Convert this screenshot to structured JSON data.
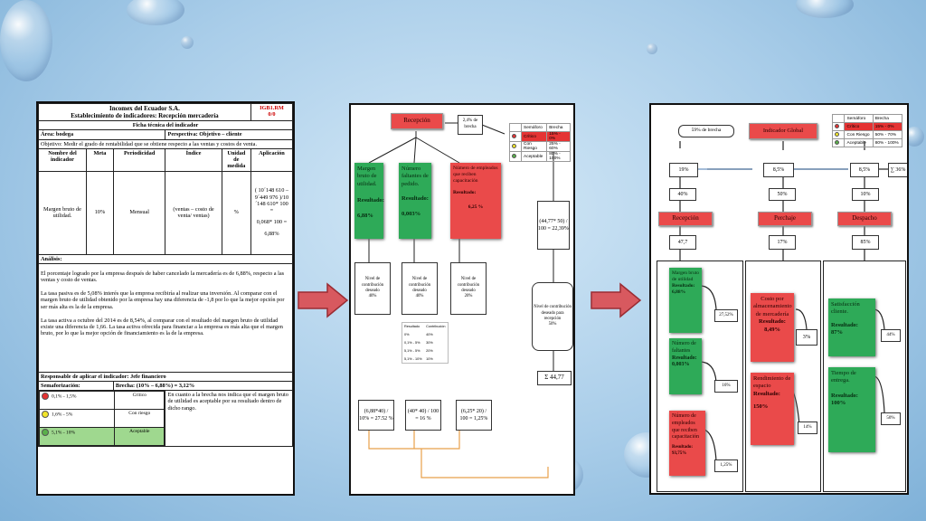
{
  "doc1": {
    "company": "Incomex del Ecuador S.A.",
    "title": "Establecimiento de indicadores: Recepción mercadería",
    "code": "IGB1.RM",
    "code_version": "0/0",
    "sheet_title": "Ficha técnica del indicador",
    "area": "Área: bodega",
    "perspective": "Perspectiva: Objetivo – cliente",
    "objective": "Objetivo: Medir el grado de rentabilidad que se obtiene respecto a las ventas y costos de venta.",
    "headers": [
      "Nombre del indicador",
      "Meta",
      "Periodicidad",
      "Índice",
      "Unidad de medida",
      "Aplicación"
    ],
    "row": {
      "name": "Margen bruto de utilidad.",
      "meta": "10%",
      "periodicity": "Mensual",
      "index": "(ventas – costo de venta/ ventas)",
      "unit": "%",
      "application": "( 10´148 610 – 9´449 976 )/10´148 610* 100 =",
      "application2": "0,068* 100 =",
      "application3": "6,88%"
    },
    "analysis_label": "Análisis:",
    "analysis_p1": "El porcentaje logrado por la empresa después de haber cancelado la mercadería es de 6,88%, respecto a las ventas y costo de ventas.",
    "analysis_p2": "La tasa pasiva es de 5,08% interés que la empresa recibiría al realizar una inversión. Al comparar con el margen bruto de utilidad obtenido por la empresa hay una diferencia de -1,8 por lo que la mejor opción por ser más alta es la de la empresa.",
    "analysis_p3": "La tasa activa a octubre del 2014 es de 8,54%, al comparar con el resultado del margen bruto de utilidad existe una diferencia de 1,66. La tasa activa ofrecida para financiar a la empresa es más alta que el margen bruto, por lo que la mejor opción de financiamiento es la de la empresa.",
    "responsible": "Responsable de aplicar el indicador: Jefe financiero",
    "semaforo_label": "Semaforización:",
    "brecha": "Brecha: (10% – 6,88%) = 3,12%",
    "sem": [
      {
        "range": "0,1% - 1,5%",
        "label": "Crítico",
        "color": "#e53333"
      },
      {
        "range": "1,6% - 5%",
        "label": "Con riesgo",
        "color": "#f2e52a"
      },
      {
        "range": "5,1% - 10%",
        "label": "Aceptable",
        "color": "#5ab04a"
      }
    ],
    "sem_note": "En cuanto a la brecha nos indica que el margen bruto de utilidad es aceptable por su resultado dentro de dicho rango."
  },
  "doc2": {
    "reception": "Recepción",
    "gap_note": "2,4% de brecha",
    "legend_header": [
      "Semáforo",
      "Brecha"
    ],
    "legend": [
      {
        "label": "Crítico",
        "range": "15% - 0%",
        "color": "#e53333"
      },
      {
        "label": "Con Riesgo",
        "range": "25% - 60%",
        "color": "#f2e52a"
      },
      {
        "label": "Aceptable",
        "range": "80% - 100%",
        "color": "#5ab04a"
      }
    ],
    "card1": {
      "title": "Margen bruto de utilidad.",
      "result_label": "Resultado:",
      "result": "6,88%"
    },
    "card2": {
      "title": "Número faltantes de pedido.",
      "result_label": "Resultado:",
      "result": "0,003%"
    },
    "card3": {
      "title": "Número de empleados que reciben capacitación",
      "result_label": "Resultado:",
      "result": "6,25 %"
    },
    "contrib1": {
      "text": "Nivel de contribución deseado",
      "value": "40%"
    },
    "contrib2": {
      "text": "Nivel de contribución deseado",
      "value": "40%"
    },
    "contrib3": {
      "text": "Nivel de contribución deseado",
      "value": "20%"
    },
    "side_calc": "(44,77* 50) / 100 = 22,39%",
    "side_contrib": {
      "text": "Nivel de contribución deseado para recepción",
      "value": "50%"
    },
    "mini_header": [
      "Resultado",
      "Contribución"
    ],
    "mini_rows": [
      [
        "0%",
        "40%"
      ],
      [
        "0,1% - 5%",
        "30%"
      ],
      [
        "5,1% - 5%",
        "20%"
      ],
      [
        "5,1% - 10%",
        "10%"
      ]
    ],
    "calc1": "(6,88*40) / 10% = 27.52 %",
    "calc2": "(40* 40) / 100 = 16 %",
    "calc3": "(6,25* 20) / 100 = 1,25%",
    "sigma": "Σ 44,77"
  },
  "doc3": {
    "gap_note": "59% de brecha",
    "global": "Indicador Global",
    "legend_header": [
      "Semáforo",
      "Brecha"
    ],
    "legend": [
      {
        "label": "Crítico",
        "range": "15% - 0%",
        "color": "#e53333"
      },
      {
        "label": "Con Riesgo",
        "range": "50% - 70%",
        "color": "#f2e52a"
      },
      {
        "label": "Aceptable",
        "range": "80% - 100%",
        "color": "#5ab04a"
      }
    ],
    "top_vals": [
      "19%",
      "8,5%",
      "8,5%"
    ],
    "sum_val": "∑ 36%",
    "mid_vals": [
      "40%",
      "50%",
      "10%"
    ],
    "groups": [
      "Recepción",
      "Perchaje",
      "Despacho"
    ],
    "group_vals": [
      "47,7",
      "17%",
      "85%"
    ],
    "r1": {
      "title": "Margen bruto de utilidad",
      "result_label": "Resultado:",
      "result": "6,88%",
      "contrib": "27,52%"
    },
    "r2": {
      "title": "Número de faltantes",
      "result_label": "Resultado:",
      "result": "0,003%",
      "contrib": "16%"
    },
    "r3": {
      "title": "Número de empleados que reciben capacitación",
      "result_label": "Resultado:",
      "result": "93,75%",
      "contrib": "1,25%"
    },
    "p1": {
      "title": "Costo por almacenamiento de mercadería",
      "result_label": "Resultado:",
      "result": "8,49%",
      "contrib": "3%"
    },
    "p2": {
      "title": "Rendimiento de espacio",
      "result_label": "Resultado:",
      "result": "150%",
      "contrib": "14%"
    },
    "d1": {
      "title": "Satisfacción cliente.",
      "result_label": "Resultado:",
      "result": "87%",
      "contrib": "44%"
    },
    "d2": {
      "title": "Tiempo de entrega.",
      "result_label": "Resultado:",
      "result": "100%",
      "contrib": "50%"
    }
  }
}
